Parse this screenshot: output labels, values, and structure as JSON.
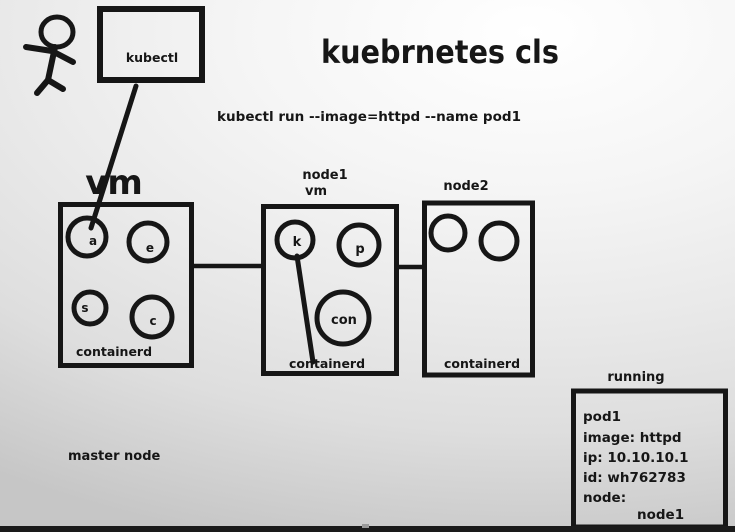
{
  "title": "kuebrnetes cls",
  "command": "kubectl run --image=httpd --name pod1",
  "kubectl_box": {
    "label": "kubectl"
  },
  "master_node": {
    "big_label": "vm",
    "runtime_label": "containerd",
    "caption": "master node",
    "pods": [
      "a",
      "e",
      "s",
      "c"
    ]
  },
  "node1": {
    "title": "node1",
    "subtitle": "vm",
    "runtime_label": "containerd",
    "pods": [
      "k",
      "p",
      "con"
    ]
  },
  "node2": {
    "title": "node2",
    "runtime_label": "containerd"
  },
  "status_box": {
    "label": "running",
    "lines": [
      "pod1",
      "image: httpd",
      "ip: 10.10.10.1",
      "id: wh762783",
      "node:",
      "node1"
    ]
  },
  "colors": {
    "ink": "#161616",
    "background_light": "#ffffff",
    "background_dark": "#c6c6c6",
    "progress_bar": "#1a1a1a",
    "progress_tick": "#999999"
  }
}
